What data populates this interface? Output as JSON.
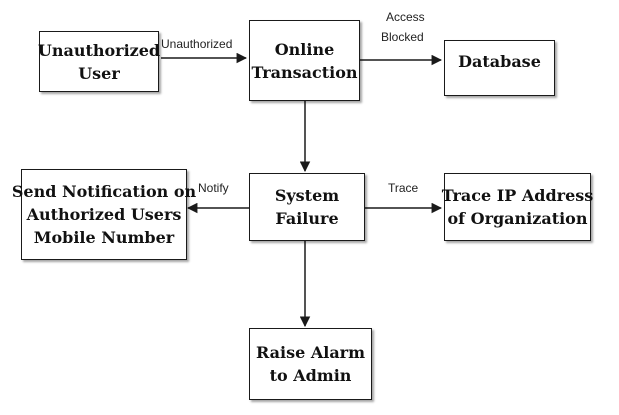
{
  "nodes": {
    "unauthorized_user": {
      "lines": [
        "Unauthorized",
        "User"
      ]
    },
    "online_transaction": {
      "lines": [
        "Online",
        "Transaction"
      ]
    },
    "database": {
      "lines": [
        "Database"
      ]
    },
    "system_failure": {
      "lines": [
        "System",
        "Failure"
      ]
    },
    "send_notification": {
      "lines": [
        "Send Notification on",
        "Authorized Users",
        "Mobile Number"
      ]
    },
    "trace_ip": {
      "lines": [
        "Trace IP Address",
        "of Organization"
      ]
    },
    "raise_alarm": {
      "lines": [
        "Raise Alarm",
        "to Admin"
      ]
    }
  },
  "edge_labels": {
    "unauthorized": "Unauthorized",
    "access": "Access",
    "blocked": "Blocked",
    "notify": "Notify",
    "trace": "Trace"
  },
  "colors": {
    "line": "#1a1a1a",
    "box_border": "#1a1a1a"
  }
}
